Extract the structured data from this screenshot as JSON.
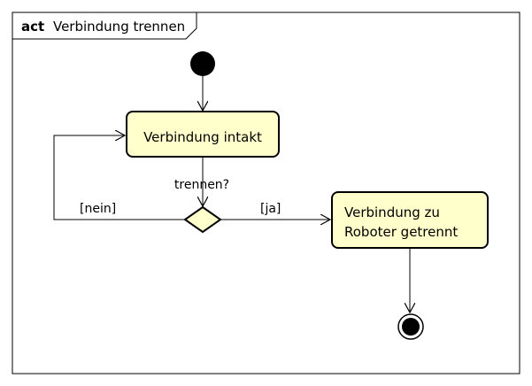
{
  "frame": {
    "keyword": "act",
    "name": "Verbindung trennen"
  },
  "nodes": {
    "intact": {
      "label": "Verbindung intakt"
    },
    "disconnected": {
      "line1": "Verbindung zu",
      "line2": "Roboter getrennt"
    }
  },
  "decision": {
    "question": "trennen?",
    "guard_no": "[nein]",
    "guard_yes": "[ja]"
  },
  "colors": {
    "action_fill": "#ffffcc",
    "decision_fill": "#ffffcc",
    "stroke": "#000000"
  }
}
